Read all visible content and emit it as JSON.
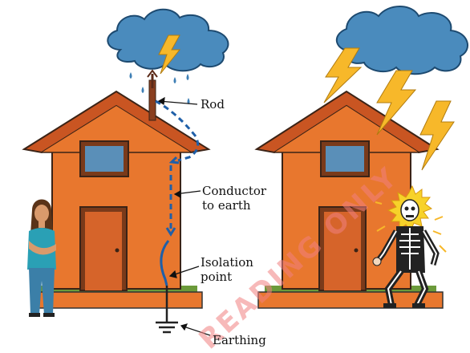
{
  "labels": {
    "rod": "Rod",
    "conductor_line1": "Conductor",
    "conductor_line2": "to earth",
    "isolation_line1": "Isolation",
    "isolation_line2": "point",
    "earthing": "Earthing"
  },
  "watermark": "READING ONLY",
  "colors": {
    "house_wall": "#e8772e",
    "roof": "#c95522",
    "roof_dark": "#5b2a18",
    "window": "#5a8fb8",
    "door": "#d6642a",
    "cloud": "#4a8bbd",
    "lightning": "#f7b82a",
    "rain": "#3e7fb5",
    "conductor": "#1f5fa8",
    "ground": "#6b9a3a",
    "watermark": "#f08080"
  },
  "icons": [
    "cloud-icon",
    "lightning-icon",
    "rain-icon",
    "person-icon",
    "skeleton-icon",
    "earth-ground-icon"
  ]
}
